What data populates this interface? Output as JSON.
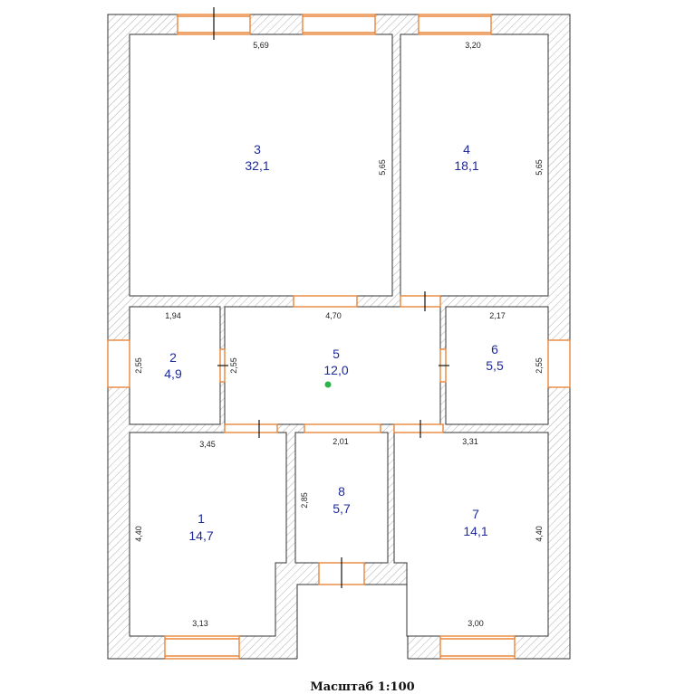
{
  "rooms": [
    {
      "id": "1",
      "number": "1",
      "area": "14,7"
    },
    {
      "id": "2",
      "number": "2",
      "area": "4,9"
    },
    {
      "id": "3",
      "number": "3",
      "area": "32,1"
    },
    {
      "id": "4",
      "number": "4",
      "area": "18,1"
    },
    {
      "id": "5",
      "number": "5",
      "area": "12,0"
    },
    {
      "id": "6",
      "number": "6",
      "area": "5,5"
    },
    {
      "id": "7",
      "number": "7",
      "area": "14,1"
    },
    {
      "id": "8",
      "number": "8",
      "area": "5,7"
    }
  ],
  "dimensions": {
    "r3_top": "5,69",
    "r3_right": "5,65",
    "r4_top": "3,20",
    "r4_right": "5,65",
    "r2_top": "1,94",
    "r2_left": "2,55",
    "r5_top": "4,70",
    "r5_left": "2,55",
    "r6_top": "2,17",
    "r6_right": "2,55",
    "r1_top": "3,45",
    "r1_left": "4,40",
    "r1_bottom": "3,13",
    "r8_top": "2,01",
    "r8_left": "2,85",
    "r7_top": "3,31",
    "r7_right": "4,40",
    "r7_bottom": "3,00"
  },
  "scale_label": "Масштаб 1:100",
  "colors": {
    "wall_hatch": "#999999",
    "window": "#e8853a",
    "label": "#1f2a9a",
    "marker": "#2db34a"
  }
}
